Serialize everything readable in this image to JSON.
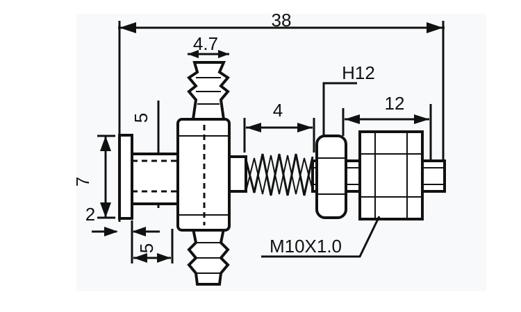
{
  "dimensions": {
    "overall_length": "38",
    "fitting_width": "4.7",
    "thread_length": "12",
    "nut_size": "H12",
    "spring_length": "4",
    "body_height": "5",
    "pad_height": "7",
    "pad_thickness": "2",
    "body_offset": "5",
    "thread_spec": "M10X1.0"
  },
  "colors": {
    "ink": "#111111",
    "background": "#ffffff"
  }
}
